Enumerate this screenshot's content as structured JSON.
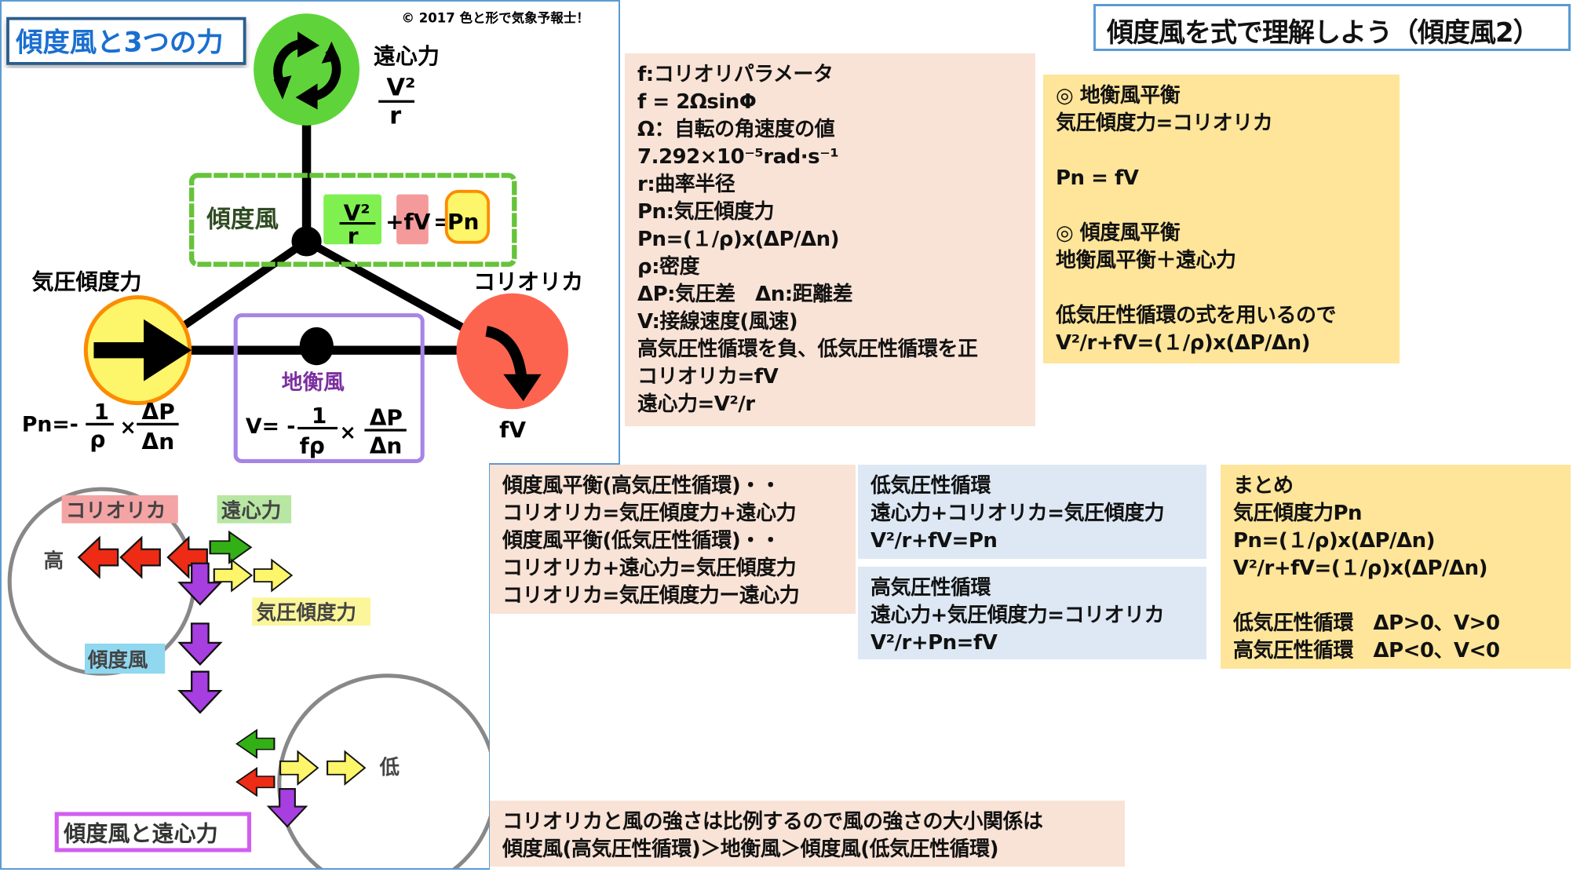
{
  "diagram_top": {
    "title": "傾度風と3つの力",
    "copyright": "© 2017  色と形で気象予報士！",
    "centrifugal": {
      "label": "遠心力",
      "num": "V²",
      "den": "r"
    },
    "pressure_gradient": {
      "label": "気圧傾度力",
      "formula_prefix": "Pn=-",
      "num1": "1",
      "den1": "ρ",
      "times": "×",
      "num2": "ΔP",
      "den2": "Δn"
    },
    "coriolis": {
      "label": "コリオリカ",
      "formula": "fV"
    },
    "gradient_wind": {
      "label": "傾度風",
      "num": "V²",
      "den": "r",
      "plus_fv": "+fV",
      "eq": "=",
      "pn": "Pn"
    },
    "geostrophic": {
      "label": "地衡風",
      "formula_prefix": "V= -",
      "num1": "1",
      "den1": "fρ",
      "times": "×",
      "num2": "ΔP",
      "den2": "Δn"
    }
  },
  "diagram_bottom": {
    "coriolis": "コリオリカ",
    "centrifugal": "遠心力",
    "high": "高",
    "pressure_gradient": "気圧傾度力",
    "gradient_wind": "傾度風",
    "low": "低",
    "caption": "傾度風と遠心力"
  },
  "page_title": "傾度風を式で理解しよう（傾度風2）",
  "definitions": [
    "f:コリオリパラメータ",
    "f = 2ΩsinΦ",
    "Ω：自転の角速度の値",
    "7.292×10⁻⁵rad·s⁻¹",
    "r:曲率半径",
    "Pn:気圧傾度力",
    "Pn=(１/ρ)x(ΔP/Δn)",
    "ρ:密度",
    "ΔP:気圧差　Δn:距離差",
    "V:接線速度(風速)",
    "高気圧性循環を負、低気圧性循環を正",
    "コリオリカ=fV",
    "遠心力=V²/r"
  ],
  "balance_box": [
    "◎  地衡風平衡",
    "気圧傾度力=コリオリカ",
    "",
    "Pn = fV",
    "",
    "◎  傾度風平衡",
    "地衡風平衡＋遠心力",
    "",
    "低気圧性循環の式を用いるので",
    "V²/r+fV=(１/ρ)x(ΔP/Δn)"
  ],
  "gradient_balance": [
    "傾度風平衡(高気圧性循環)・・",
    "コリオリカ=気圧傾度力+遠心力",
    "傾度風平衡(低気圧性循環)・・",
    "コリオリカ+遠心力=気圧傾度力",
    "コリオリカ=気圧傾度力ー遠心力"
  ],
  "low_cyclonic": [
    "低気圧性循環",
    "遠心力+コリオリカ=気圧傾度力",
    "V²/r+fV=Pn"
  ],
  "high_cyclonic": [
    "高気圧性循環",
    "遠心力+気圧傾度力=コリオリカ",
    "V²/r+Pn=fV"
  ],
  "summary": [
    "まとめ",
    "気圧傾度力Pn",
    "Pn=(１/ρ)x(ΔP/Δn)",
    "V²/r+fV=(１/ρ)x(ΔP/Δn)",
    "",
    "低気圧性循環　ΔP>0、V>0",
    "高気圧性循環　ΔP<0、V<0"
  ],
  "conclusion": [
    "コリオリカと風の強さは比例するので風の強さの大小関係は",
    "傾度風(高気圧性循環)＞地衡風＞傾度風(低気圧性循環)"
  ],
  "colors": {
    "green": "#5fd43a",
    "yellow": "#fdf56a",
    "orange": "#fb8c00",
    "red": "#fd6450",
    "purple": "#b36ee8",
    "blue_border": "#5b9bd5",
    "peach": "#f9e3d6",
    "light_yellow": "#fee599",
    "light_blue": "#dde8f4"
  }
}
